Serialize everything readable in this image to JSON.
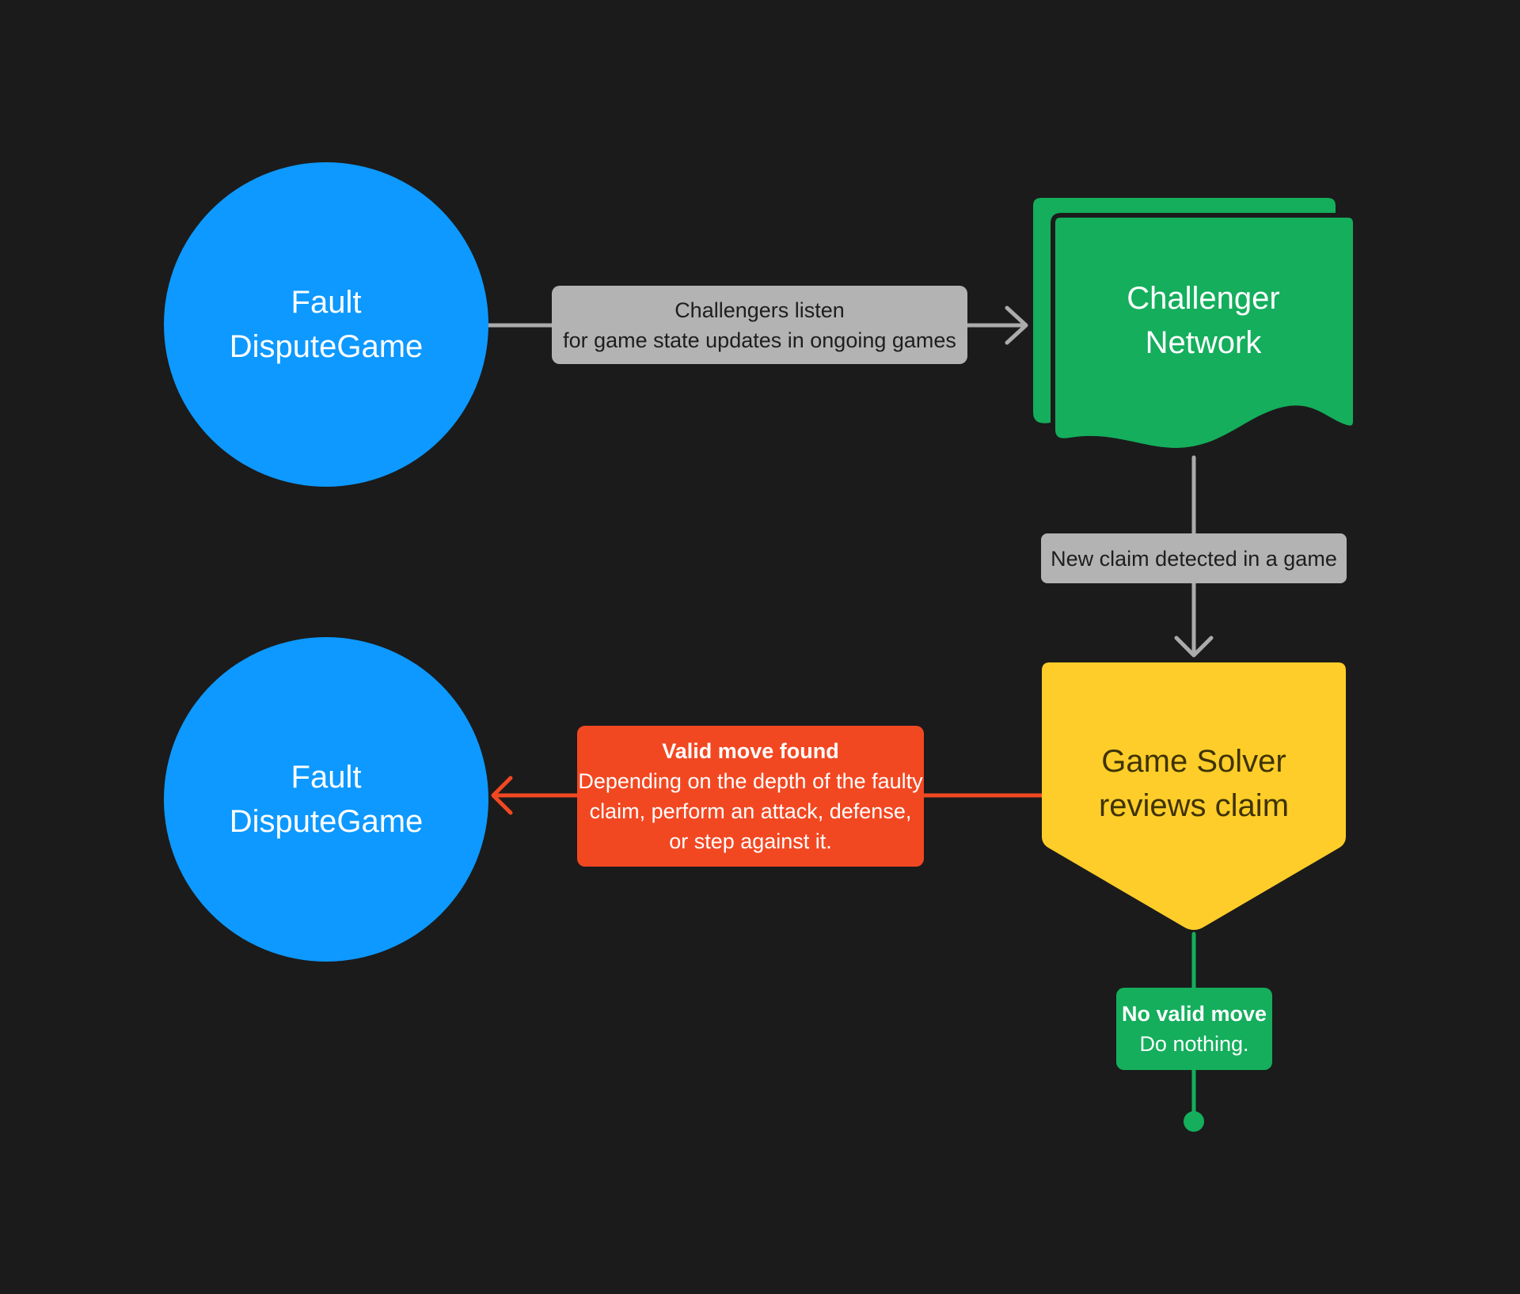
{
  "canvas": {
    "bg": "#1B1B1B"
  },
  "palette": {
    "blue": "#0D99FF",
    "green": "#14AE5C",
    "yellow": "#FFCD29",
    "red": "#F24822",
    "label_gray": "#B3B3B3",
    "connector_gray": "#ABABAB",
    "dark_text": "#1E1E1E"
  },
  "nodes": {
    "fault_dispute_game_top": {
      "lines": [
        "Fault",
        "DisputeGame"
      ]
    },
    "challenger_network": {
      "lines": [
        "Challenger",
        "Network"
      ]
    },
    "game_solver": {
      "lines": [
        "Game Solver",
        "reviews claim"
      ]
    },
    "fault_dispute_game_bottom": {
      "lines": [
        "Fault",
        "DisputeGame"
      ]
    },
    "no_valid_move": {
      "title": "No valid move",
      "body": "Do nothing."
    }
  },
  "edge_labels": {
    "challengers_listen": {
      "lines": [
        "Challengers listen",
        "for game state updates in ongoing games"
      ]
    },
    "new_claim": {
      "text": "New claim detected in a game"
    },
    "valid_move": {
      "title": "Valid move found",
      "lines": [
        "Depending on the depth of the faulty",
        "claim, perform an attack, defense,",
        "or step against it."
      ]
    }
  }
}
